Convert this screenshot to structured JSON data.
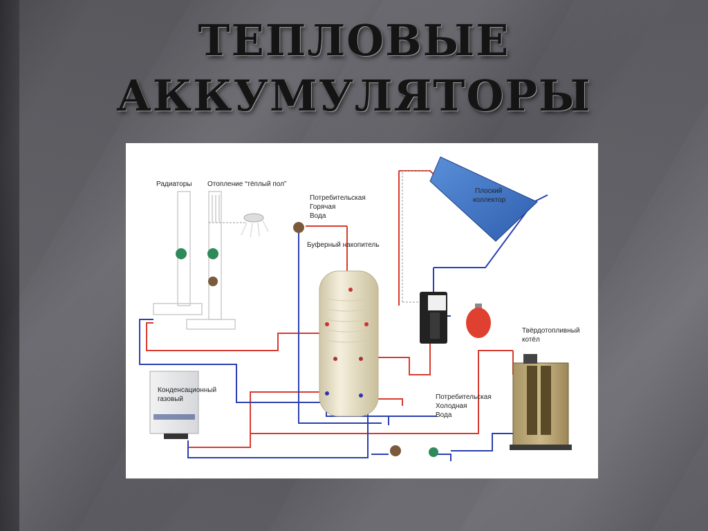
{
  "slide": {
    "title_line1": "ТЕПЛОВЫЕ",
    "title_line2": "АККУМУЛЯТОРЫ"
  },
  "diagram": {
    "labels": {
      "radiators": "Радиаторы",
      "floor_heating": "Отопление “тёплый пол”",
      "consumer_hot_1": "Потребительская",
      "consumer_hot_2": "Горячая",
      "consumer_hot_3": "Вода",
      "buffer": "Буферный накопитель",
      "flat_collector_1": "Плоский",
      "flat_collector_2": "коллектор",
      "solid_fuel_1": "Твёрдотопливный",
      "solid_fuel_2": "котёл",
      "condensing_1": "Конденсационный",
      "condensing_2": "газовый",
      "consumer_cold_1": "Потребительская",
      "consumer_cold_2": "Холодная",
      "consumer_cold_3": "Вода"
    },
    "colors": {
      "hot_pipe": "#d83a2e",
      "cold_pipe": "#2a3fb0",
      "panel": "#3c6fc4",
      "tank": "#e8e0c8"
    }
  }
}
